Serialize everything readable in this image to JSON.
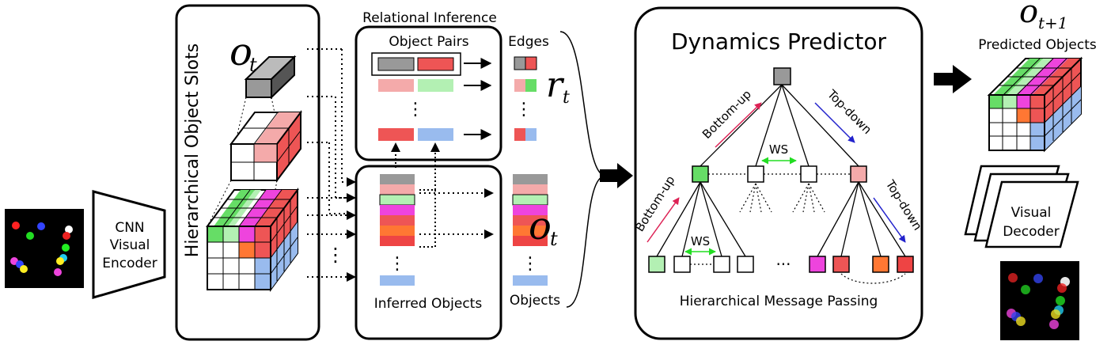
{
  "labels": {
    "encoder": [
      "CNN",
      "Visual",
      "Encoder"
    ],
    "slots_title": "Hierarchical Object Slots",
    "relational_title": "Relational Inference",
    "object_pairs": "Object Pairs",
    "edges": "Edges",
    "inferred_objects": "Inferred Objects",
    "objects": "Objects",
    "dynamics_title": "Dynamics Predictor",
    "message_passing": "Hierarchical Message Passing",
    "bottom_up_1": "Bottom-up",
    "bottom_up_2": "Bottom-up",
    "top_down_1": "Top-down",
    "top_down_2": "Top-down",
    "ws_1": "WS",
    "ws_2": "WS",
    "predicted_objects": "Predicted Objects",
    "decoder": [
      "Visual",
      "Decoder"
    ],
    "ellipsis_h": "···",
    "ellipsis_v": "⋮"
  },
  "math": {
    "o_t": "o",
    "t_sub": "t",
    "r": "r",
    "t1_sub": "t+1"
  },
  "colors": {
    "gray": "#999999",
    "pink_light": "#f4aaaa",
    "red": "#ee5555",
    "green": "#66dd66",
    "green_light": "#b3f0b3",
    "magenta": "#ee44dd",
    "orange": "#ff7733",
    "blue_light": "#99bbee",
    "bottom_up_arrow": "#dd2255",
    "top_down_arrow": "#2222cc",
    "ws_arrow": "#22dd22"
  }
}
